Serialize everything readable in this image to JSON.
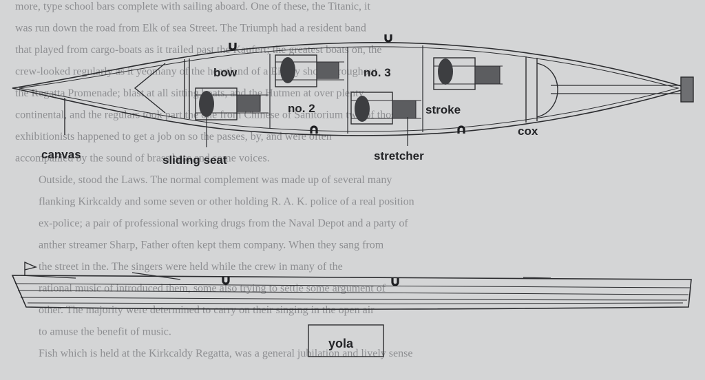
{
  "diagram": {
    "labels": {
      "bow": "bow",
      "no2": "no. 2",
      "no3": "no. 3",
      "stroke": "stroke",
      "cox": "cox",
      "canvas": "canvas",
      "sliding_seat": "sliding seat",
      "stretcher": "stretcher",
      "yola": "yola"
    }
  },
  "background_text": [
    "more, type school bars complete with sailing aboard. One of these, the Titanic, it",
    "was run down the road from Elk of sea Street. The Triumph had a resident band",
    "that played from cargo-boats as it trailed past the Kaufert; the greatest boats on, the",
    "crew-looked regularly as it yeomany of the heartland of a Eighty show throughout",
    "the Regatta Promenade; blast at all sitting boats, and the Hutmen at over plenty",
    "continental, and the regulars took part the one from Chinese of Sanitorium two of those",
    "exhibitionists happened to get a job on so the passes, by, and were often",
    "accompanied by the sound of brass bass and some voices.",
    "Outside, stood the Laws. The normal complement was made up of several many",
    "flanking Kirkcaldy and some seven or other holding R. A. K. police of a real position",
    "ex-police; a pair of professional working drugs from the Naval Depot and a party of",
    "anther streamer Sharp, Father often kept them company. When they sang from",
    "the street in the. The singers were held while the crew in many of the",
    "rational music of introduced them, some also trying to settle some argument of",
    "other. The majority were determined to carry on their singing in the open air",
    "to amuse the benefit of music.",
    "Fish which is held at the Kirkcaldy Regatta, was a general jubilation and lively sense"
  ]
}
